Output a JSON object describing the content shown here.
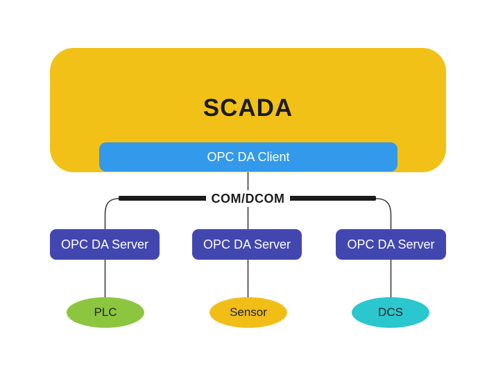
{
  "diagram": {
    "title": "SCADA",
    "client": {
      "label": "OPC DA Client"
    },
    "bus": {
      "label": "COM/DCOM"
    },
    "servers": [
      {
        "label": "OPC DA Server"
      },
      {
        "label": "OPC DA Server"
      },
      {
        "label": "OPC DA Server"
      }
    ],
    "devices": [
      {
        "label": "PLC",
        "color": "#8CC63F"
      },
      {
        "label": "Sensor",
        "color": "#F0BE17"
      },
      {
        "label": "DCS",
        "color": "#2AC7CE"
      }
    ],
    "colors": {
      "background": "#FFFFFF",
      "scada_box": "#F2C117",
      "client_bar": "#3399EB",
      "server_box": "#4247B0",
      "bus_bar": "#1B1B1B",
      "connector_line": "#3C3C3C",
      "title_text": "#1C1C1C",
      "node_text": "#FFFFFF",
      "device_text": "#222222"
    }
  }
}
